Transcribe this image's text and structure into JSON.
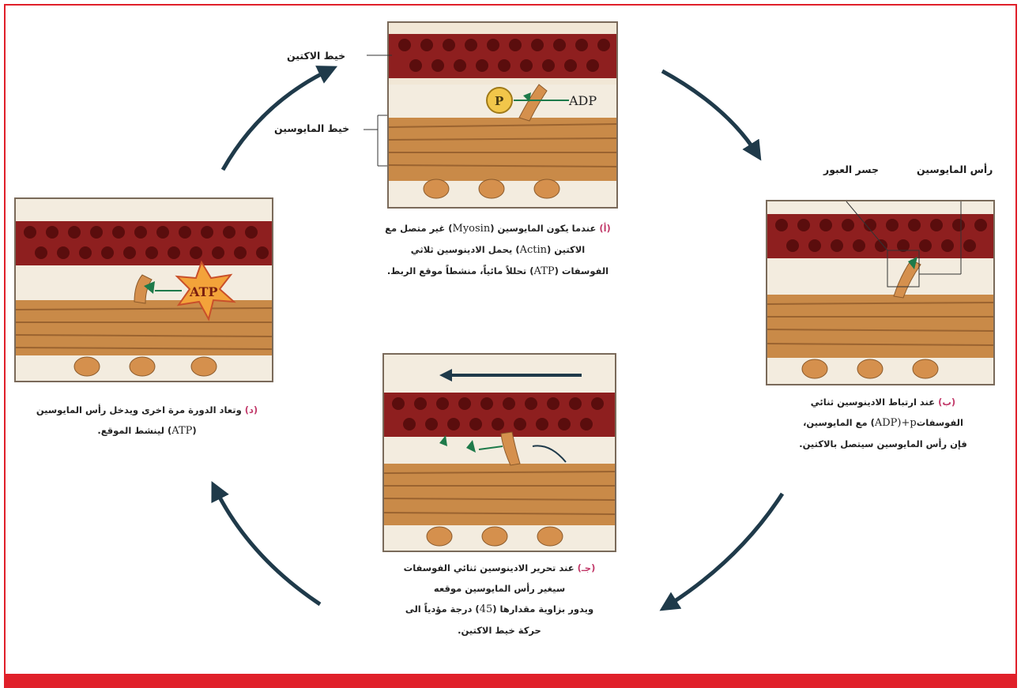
{
  "labels": {
    "actin": "خيط الاكتين",
    "myosin": "خيط المايوسين",
    "bridge": "جسر العبور",
    "head": "رأس المايوسين",
    "adp": "ADP",
    "p": "P",
    "atp": "ATP"
  },
  "captions": {
    "a": {
      "letter": "(أ)",
      "line1_pre": "عندما يكون المايوسين (",
      "line1_latin": "Myosin",
      "line1_post": ") غير متصل مع",
      "line2_pre": "الاكتين (",
      "line2_latin": "Actin",
      "line2_post": ") يحمل الادينوسين ثلاثي",
      "line3_pre": "الفوسفات (",
      "line3_latin": "ATP",
      "line3_post": ") تحللاً مائياً، منشطاً موقع الربط."
    },
    "b": {
      "letter": "(ب)",
      "line1": "عند ارتباط الادينوسين ثنائي",
      "line2_pre": "الفوسفات",
      "line2_latin": "ADP)+p",
      "line2_post": ") مع المايوسين،",
      "line3": "فإن رأس المايوسين سيتصل بالاكتين."
    },
    "c": {
      "letter": "(جـ)",
      "line1": "عند تحرير الادينوسين ثنائي الفوسفات",
      "line2": "سيغير رأس المايوسين موقعه",
      "line3_pre": "ويدور بزاوية مقدارها (",
      "line3_latin": "45",
      "line3_post": ") درجة مؤدياً الى",
      "line4": "حركة خيط الاكتين."
    },
    "d": {
      "letter": "(د)",
      "line1": "وتعاد الدورة مرة اخرى ويدخل رأس المايوسين",
      "line2_pre": "(",
      "line2_latin": "ATP",
      "line2_post": ") لينشط الموقع."
    }
  },
  "colors": {
    "frame": "#e0202a",
    "actin": "#8e1f1f",
    "myosin": "#c98a48",
    "arrow": "#1f3a4a",
    "green": "#1e7a4a",
    "letter": "#c23a6a"
  }
}
